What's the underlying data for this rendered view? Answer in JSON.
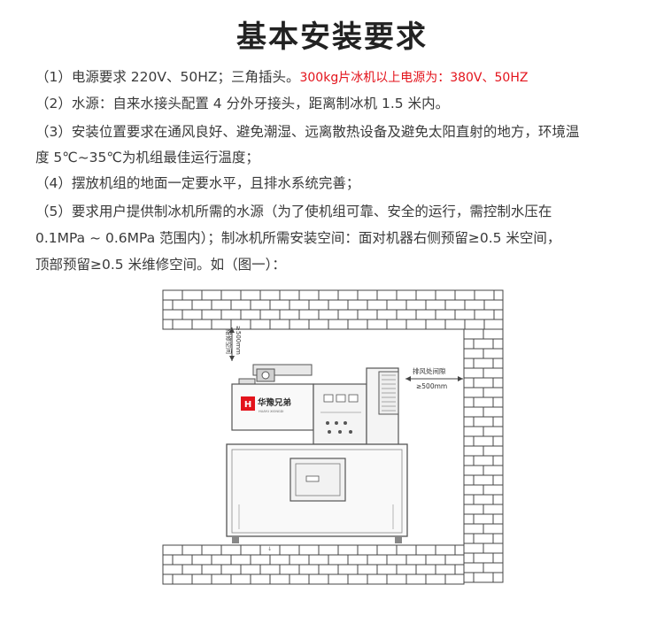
{
  "title": "基本安装要求",
  "requirements": {
    "r1": "（1）电源要求 220V、50HZ；三角插头。",
    "r1_red": "300kg片冰机以上电源为：380V、50HZ",
    "r2": "（2）水源：自来水接头配置 4 分外牙接头，距离制冰机 1.5 米内。",
    "r3_line1": "（3）安装位置要求在通风良好、避免潮湿、远离散热设备及避免太阳直射的地方，环境温",
    "r3_line2": "度 5℃~35℃为机组最佳运行温度；",
    "r4": "（4）摆放机组的地面一定要水平，且排水系统完善；",
    "r5_line1": "（5）要求用户提供制冰机所需的水源（为了使机组可靠、安全的运行，需控制水压在",
    "r5_line2": "0.1MPa ~ 0.6MPa 范围内）；制冰机所需安装空间：面对机器右侧预留≥0.5 米空间，",
    "r5_line3": "顶部预留≥0.5 米维修空间。如（图一）："
  },
  "diagram": {
    "top_label_vertical": "维修空间",
    "top_dimension": "≥500mm",
    "side_label": "排风处间隙",
    "side_dimension": "≥500mm",
    "brand_name": "华豫兄弟",
    "brand_sub": "HUAYU XIONGDI",
    "colors": {
      "brick_stroke": "#444444",
      "logo_red": "#e3131b",
      "machine_stroke": "#555555",
      "machine_fill": "#f7f7f7"
    }
  }
}
